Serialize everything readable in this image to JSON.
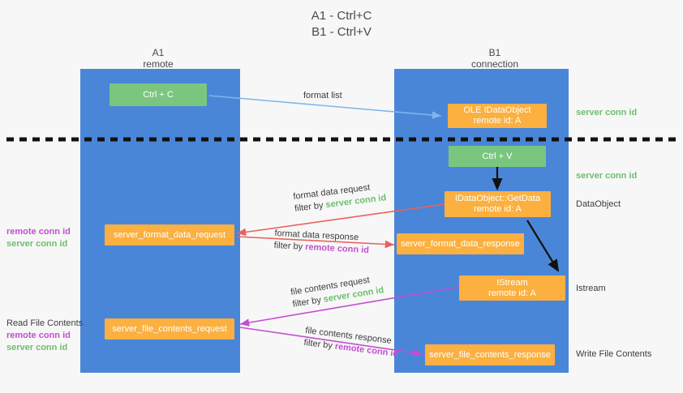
{
  "title": {
    "line1": "A1 - Ctrl+C",
    "line2": "B1 - Ctrl+V"
  },
  "columns": [
    {
      "name": "A1",
      "sub": "remote"
    },
    {
      "name": "B1",
      "sub": "connection"
    }
  ],
  "nodes": {
    "ctrl_c": {
      "line1": "Ctrl + C"
    },
    "set_dataobject": {
      "line1": "OLE IDataObject",
      "line2": "remote id: A"
    },
    "ctrl_v": {
      "line1": "Ctrl + V"
    },
    "getdata": {
      "line1": "IDataObject::GetData",
      "line2": "remote id: A"
    },
    "istream": {
      "line1": "IStream",
      "line2": "remote id: A"
    },
    "fmt_req": {
      "line1": "server_format_data_request"
    },
    "fmt_resp": {
      "line1": "server_format_data_response"
    },
    "file_req": {
      "line1": "server_file_contents_request"
    },
    "file_resp": {
      "line1": "server_file_contents_response"
    }
  },
  "edges": {
    "format_list": {
      "label": "format list"
    },
    "format_data_request": {
      "line1": "format data request",
      "filter_prefix": "filter by ",
      "filter_value": "server conn id"
    },
    "format_data_response": {
      "line1": "format data response",
      "filter_prefix": "filter by ",
      "filter_value": "remote conn id"
    },
    "file_contents_request": {
      "line1": "file contents request",
      "filter_prefix": "filter by ",
      "filter_value": "server conn id"
    },
    "file_contents_response": {
      "line1": "file contents response",
      "filter_prefix": "filter by ",
      "filter_value": "remote conn id"
    }
  },
  "side_right": {
    "server_conn_id_top": "server conn id",
    "server_conn_id_mid": "server conn id",
    "dataobject": "DataObject",
    "istream": "Istream",
    "write_file_contents": "Write File Contents"
  },
  "side_left": {
    "mid_remote": "remote conn id",
    "mid_server": "server conn id",
    "read_file_contents": "Read File Contents",
    "low_remote": "remote conn id",
    "low_server": "server conn id"
  },
  "colors": {
    "band": "#4a86d8",
    "green_node": "#7ac67f",
    "orange_node": "#fbb040",
    "green_text": "#6cbf6c",
    "purple_text": "#c24fd0",
    "arrow_blue": "#7fb6e8",
    "arrow_red": "#e8625f",
    "arrow_magenta": "#c24fd0",
    "arrow_black": "#111111",
    "background": "#f7f7f7"
  }
}
